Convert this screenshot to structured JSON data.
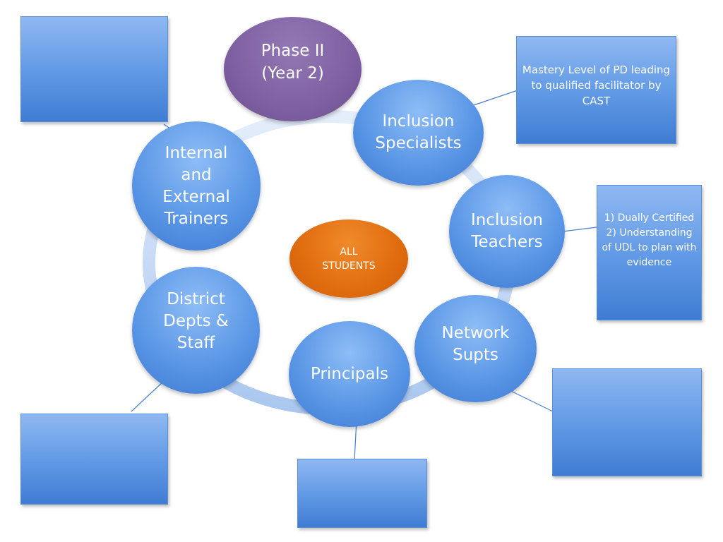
{
  "center": {
    "label": "ALL\nSTUDENTS"
  },
  "phase": {
    "label": "Phase II\n(Year 2)"
  },
  "circles": {
    "inclusion_specialists": "Inclusion\nSpecialists",
    "inclusion_teachers": "Inclusion\nTeachers",
    "network_supts": "Network\nSupts",
    "principals": "Principals",
    "district_depts": "District\nDepts &\nStaff",
    "trainers": "Internal\nand\nExternal\nTrainers"
  },
  "boxes": {
    "mastery": "Mastery Level of PD leading to qualified facilitator by CAST",
    "dually": "1) Dually Certified 2) Understanding of UDL to plan with evidence",
    "top_left": "",
    "bottom_left": "",
    "bottom_center": "",
    "bottom_right": ""
  }
}
